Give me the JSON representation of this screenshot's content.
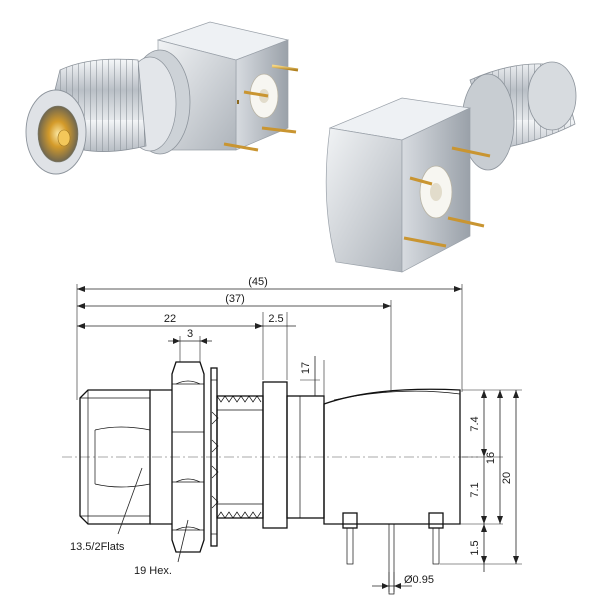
{
  "photos": {
    "left_view": "front-threaded-view",
    "right_view": "rear-pin-view"
  },
  "colors": {
    "metal_light": "#e8ebef",
    "metal_mid": "#c4c9cf",
    "metal_dark": "#8d949c",
    "gold": "#d9a73c",
    "insulator": "#f4f2ec",
    "line": "#111111"
  },
  "dimensions": {
    "overall_length": "(45)",
    "body_length": "(37)",
    "front_length": "22",
    "flange_width": "2.5",
    "nut_width": "3",
    "flange_offset": "17",
    "upper_height": "7.4",
    "lower_height": "7.1",
    "body_height": "16",
    "total_height": "20",
    "pin_length": "1.5",
    "pin_diameter": "Ø0.95",
    "flats_label": "13.5/2Flats",
    "hex_label": "19 Hex."
  }
}
